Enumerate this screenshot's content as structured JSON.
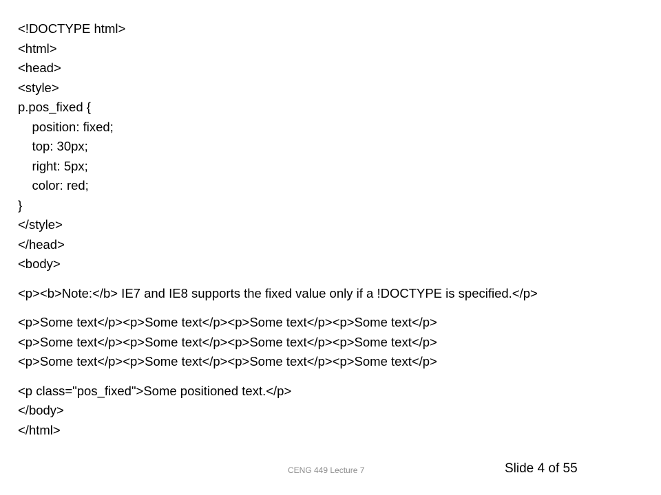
{
  "code": {
    "lines": [
      "<!DOCTYPE html>",
      "<html>",
      "<head>",
      "<style>",
      "p.pos_fixed {",
      "    position: fixed;",
      "    top: 30px;",
      "    right: 5px;",
      "    color: red;",
      "}",
      "</style>",
      "</head>",
      "<body>",
      "",
      "<p><b>Note:</b> IE7 and IE8 supports the fixed value only if a !DOCTYPE is specified.</p>",
      "",
      "<p>Some text</p><p>Some text</p><p>Some text</p><p>Some text</p>",
      "<p>Some text</p><p>Some text</p><p>Some text</p><p>Some text</p>",
      "<p>Some text</p><p>Some text</p><p>Some text</p><p>Some text</p>",
      "",
      "<p class=\"pos_fixed\">Some positioned text.</p>",
      "</body>",
      "</html>"
    ]
  },
  "footer": {
    "course": "CENG 449 Lecture 7",
    "slide_number": "Slide 4 of 55"
  }
}
